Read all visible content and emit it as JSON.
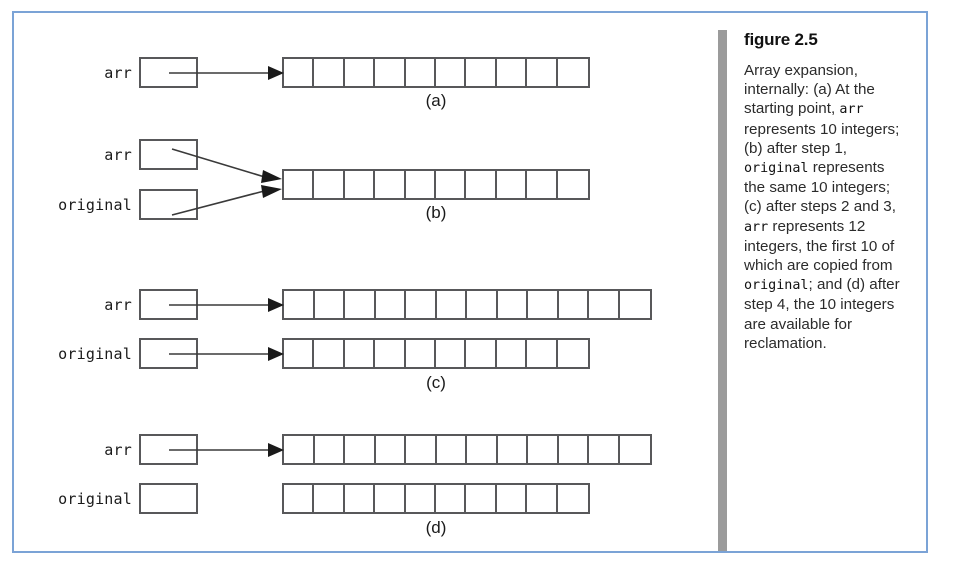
{
  "figure": {
    "title": "figure 2.5",
    "caption_parts": [
      {
        "type": "text",
        "value": "Array expansion, internally: (a) At the starting point, "
      },
      {
        "type": "code",
        "value": "arr"
      },
      {
        "type": "text",
        "value": " represents 10 integers; (b) after step 1, "
      },
      {
        "type": "code",
        "value": "original"
      },
      {
        "type": "text",
        "value": " represents the same 10 integers; (c) after steps 2 and 3, "
      },
      {
        "type": "code",
        "value": "arr"
      },
      {
        "type": "text",
        "value": " represents 12 integers, the first 10 of which are copied from "
      },
      {
        "type": "code",
        "value": "original"
      },
      {
        "type": "text",
        "value": "; and (d) after step 4, the 10 integers are available for reclamation."
      }
    ],
    "caption_plain": "Array expansion, internally: (a) At the starting point, arr represents 10 integers; (b) after step 1, original represents the same 10 integers; (c) after steps 2 and 3, arr represents 12 integers, the first 10 of which are copied from original; and (d) after step 4, the 10 integers are available for reclamation."
  },
  "colors": {
    "frame_border": "#7ba3d6",
    "box_stroke": "#58585a",
    "caption_rule": "#9b9b9b",
    "page_background": "#ffffff",
    "text": "#1a1a1a"
  },
  "panels": [
    {
      "id": "a",
      "label": "(a)",
      "variables": [
        {
          "name": "arr",
          "label": "arr",
          "has_pointer": true,
          "points_to": "array-a-1"
        }
      ],
      "arrays": [
        {
          "id": "array-a-1",
          "cells": 10,
          "has_incoming_arrow": true,
          "arrow_count": 1
        }
      ]
    },
    {
      "id": "b",
      "label": "(b)",
      "variables": [
        {
          "name": "arr",
          "label": "arr",
          "has_pointer": true,
          "points_to": "array-b-1"
        },
        {
          "name": "original",
          "label": "original",
          "has_pointer": true,
          "points_to": "array-b-1"
        }
      ],
      "arrays": [
        {
          "id": "array-b-1",
          "cells": 10,
          "has_incoming_arrow": true,
          "arrow_count": 2
        }
      ]
    },
    {
      "id": "c",
      "label": "(c)",
      "variables": [
        {
          "name": "arr",
          "label": "arr",
          "has_pointer": true,
          "points_to": "array-c-1"
        },
        {
          "name": "original",
          "label": "original",
          "has_pointer": true,
          "points_to": "array-c-2"
        }
      ],
      "arrays": [
        {
          "id": "array-c-1",
          "cells": 12,
          "has_incoming_arrow": true,
          "arrow_count": 1
        },
        {
          "id": "array-c-2",
          "cells": 10,
          "has_incoming_arrow": true,
          "arrow_count": 1
        }
      ]
    },
    {
      "id": "d",
      "label": "(d)",
      "variables": [
        {
          "name": "arr",
          "label": "arr",
          "has_pointer": true,
          "points_to": "array-d-1"
        },
        {
          "name": "original",
          "label": "original",
          "has_pointer": false,
          "points_to": null
        }
      ],
      "arrays": [
        {
          "id": "array-d-1",
          "cells": 12,
          "has_incoming_arrow": true,
          "arrow_count": 1
        },
        {
          "id": "array-d-2",
          "cells": 10,
          "has_incoming_arrow": false,
          "arrow_count": 0
        }
      ]
    }
  ]
}
